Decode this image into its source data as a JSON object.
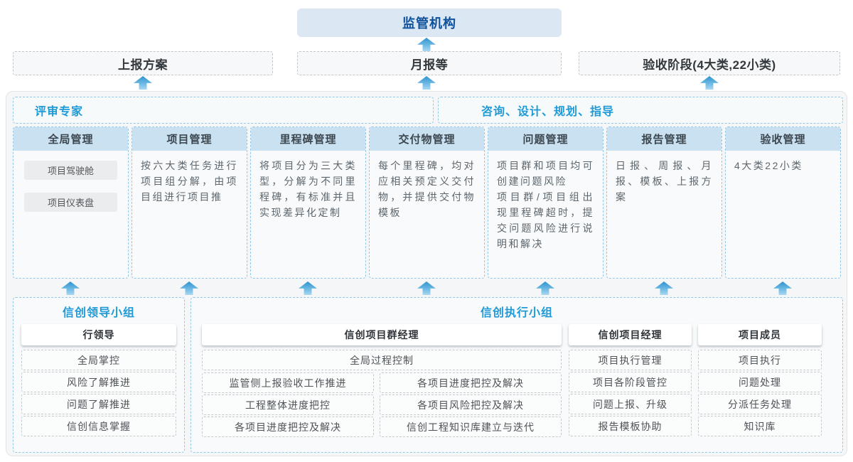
{
  "colors": {
    "accent_blue": "#1e9ad8",
    "regulator_text": "#0d509c",
    "regulator_bg": "#dbe7f3",
    "column_header_bg": "#c9e1f0",
    "dashed_blue_border": "#93c8e8",
    "arrow_blue": "#2f93cf"
  },
  "top": {
    "regulator": "监管机构",
    "reports": [
      "上报方案",
      "月报等",
      "验收阶段(4大类,22小类)"
    ]
  },
  "panel": {
    "left_header": "评审专家",
    "right_header": "咨询、设计、规划、指导",
    "columns": [
      {
        "title": "全局管理",
        "items": [
          "项目驾驶舱",
          "项目仪表盘"
        ]
      },
      {
        "title": "项目管理",
        "body": "按六大类任务进行项目组分解，由项目组进行项目推"
      },
      {
        "title": "里程碑管理",
        "body": "将项目分为三大类型，分解为不同里程碑，有标准并且实现差异化定制"
      },
      {
        "title": "交付物管理",
        "body": "每个里程碑，均对应相关预定义交付物，并提供交付物模板"
      },
      {
        "title": "问题管理",
        "paragraphs": [
          "项目群和项目均可创建问题风险",
          "项目群/项目组出现里程碑超时，提交问题风险进行说明和解决"
        ]
      },
      {
        "title": "报告管理",
        "body": "日报、周报、月报、模板、上报方案"
      },
      {
        "title": "验收管理",
        "body": "4大类22小类"
      }
    ]
  },
  "groups": {
    "leader": {
      "title": "信创领导小组",
      "role": "行领导",
      "items": [
        "全局掌控",
        "风险了解推进",
        "问题了解推进",
        "信创信息掌握"
      ]
    },
    "exec": {
      "title": "信创执行小组",
      "program_manager": {
        "role": "信创项目群经理",
        "full_width_item": "全局过程控制",
        "left_items": [
          "监管侧上报验收工作推进",
          "工程整体进度把控",
          "各项目进度把控及解决"
        ],
        "right_items": [
          "各项目进度把控及解决",
          "各项目风险把控及解决",
          "信创工程知识库建立与迭代"
        ]
      },
      "project_manager": {
        "role": "信创项目经理",
        "items": [
          "项目执行管理",
          "项目各阶段管控",
          "问题上报、升级",
          "报告模板协助"
        ]
      },
      "member": {
        "role": "项目成员",
        "items": [
          "项目执行",
          "问题处理",
          "分派任务处理",
          "知识库"
        ]
      }
    }
  }
}
